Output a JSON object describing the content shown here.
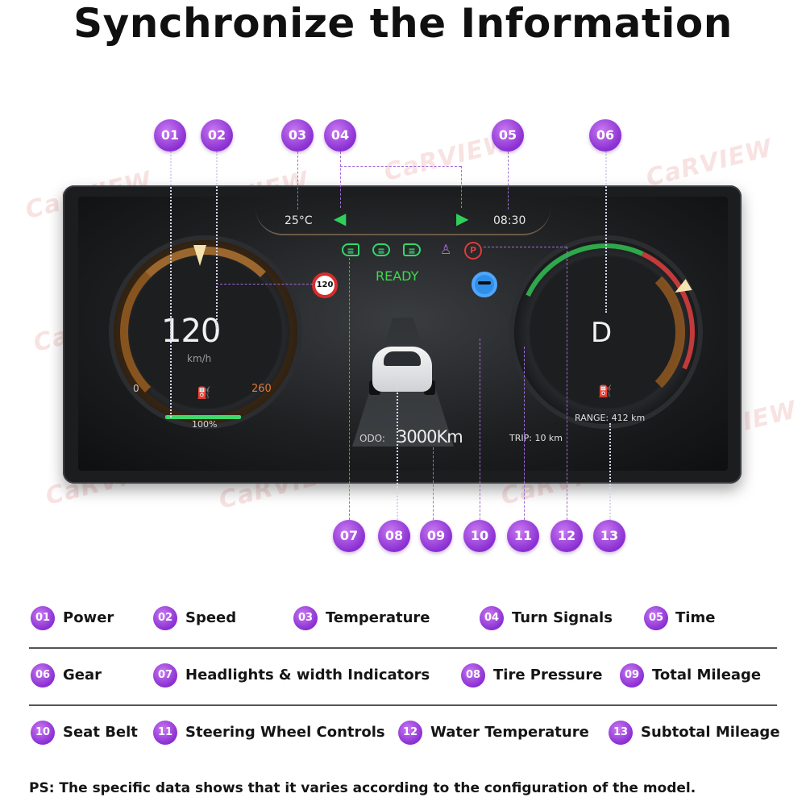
{
  "headline": "Synchronize the Information",
  "watermark_text": "CaRVIEW",
  "dashboard": {
    "temperature": "25°C",
    "time": "08:30",
    "ready": "READY",
    "speed_limit_sign": "120",
    "speed": "120",
    "speed_unit": "km/h",
    "gauge_min": "0",
    "gauge_max": "260",
    "power_percent": "100%",
    "power_level": 1.0,
    "gear": "D",
    "range": "RANGE: 412 km",
    "odo_label": "ODO:",
    "odo_value": "3000Km",
    "trip": "TRIP: 10 km",
    "turn_left_icon": "arrow-left",
    "turn_right_icon": "arrow-right",
    "accent_colors": {
      "indicator_green": "#34d86a",
      "speed_orange": "#e07a3a",
      "brake_red": "#e03a3a",
      "seatbelt_purple": "#b06ae8",
      "steering_blue": "#2f8fe8"
    }
  },
  "callouts": [
    "01",
    "02",
    "03",
    "04",
    "05",
    "06",
    "07",
    "08",
    "09",
    "10",
    "11",
    "12",
    "13"
  ],
  "legend": {
    "row1": [
      {
        "num": "01",
        "label": "Power"
      },
      {
        "num": "02",
        "label": "Speed"
      },
      {
        "num": "03",
        "label": "Temperature"
      },
      {
        "num": "04",
        "label": "Turn Signals"
      },
      {
        "num": "05",
        "label": "Time"
      }
    ],
    "row2": [
      {
        "num": "06",
        "label": "Gear"
      },
      {
        "num": "07",
        "label": "Headlights & width Indicators"
      },
      {
        "num": "08",
        "label": "Tire Pressure"
      },
      {
        "num": "09",
        "label": "Total Mileage"
      }
    ],
    "row3": [
      {
        "num": "10",
        "label": "Seat Belt"
      },
      {
        "num": "11",
        "label": "Steering Wheel Controls"
      },
      {
        "num": "12",
        "label": "Water Temperature"
      },
      {
        "num": "13",
        "label": "Subtotal Mileage"
      }
    ]
  },
  "footnote": "PS: The specific data shows that it varies according to the configuration of the model."
}
